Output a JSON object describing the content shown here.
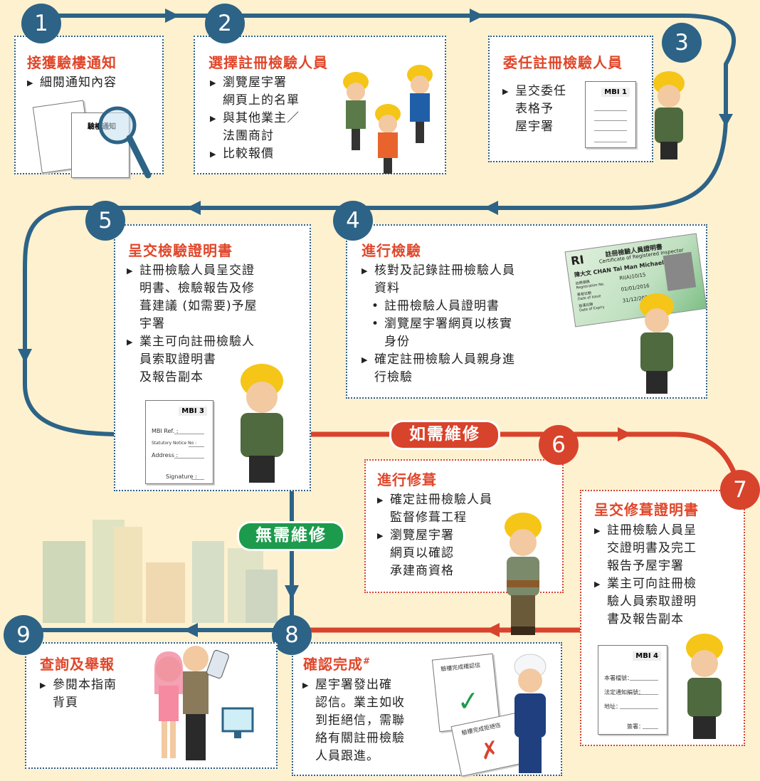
{
  "colors": {
    "blue": "#2d6386",
    "red": "#d8432c",
    "green": "#1c9b4c",
    "title": "#e0462a",
    "bg": "#fdf1cf"
  },
  "tags": {
    "need_repair": "如需維修",
    "no_repair": "無需維修"
  },
  "steps": [
    {
      "num": "1",
      "title": "接獲驗樓通知",
      "bullets": [
        "細閱通知內容"
      ],
      "notice_label": "驗樓通知"
    },
    {
      "num": "2",
      "title": "選擇註冊檢驗人員",
      "bullets": [
        "瀏覽屋宇署\n網頁上的名單",
        "與其他業主／\n法團商討",
        "比較報價"
      ]
    },
    {
      "num": "3",
      "title": "委任註冊檢驗人員",
      "bullets": [
        "呈交委任\n表格予\n屋宇署"
      ],
      "form": "MBI 1"
    },
    {
      "num": "4",
      "title": "進行檢驗",
      "bullets": [
        "核對及記錄註冊檢驗人員\n資料"
      ],
      "dots": [
        "註冊檢驗人員證明書",
        "瀏覽屋宇署網頁以核實\n身份"
      ],
      "bullets2": [
        "確定註冊檢驗人員親身進\n行檢驗"
      ],
      "card": {
        "ri": "RI",
        "title_zh": "註冊檢驗人員證明書",
        "title_en": "Certificate of Registered Inspector",
        "name": "陳大文 CHAN Tai Man Michael",
        "reg_label": "註冊號碼\nRegistration No.",
        "reg": "RI(A)10/15",
        "issue_label": "簽發日期\nDate of Issue",
        "issue": "01/01/2016",
        "expiry_label": "屆滿日期\nDate of Expiry",
        "expiry": "31/12/2020"
      }
    },
    {
      "num": "5",
      "title": "呈交檢驗證明書",
      "bullets": [
        "註冊檢驗人員呈交證\n明書、檢驗報告及修\n葺建議 (如需要)予屋\n宇署",
        "業主可向註冊檢驗人\n員索取證明書\n及報告副本"
      ],
      "form": "MBI 3",
      "form_fields": [
        "MBI Ref. :",
        "Statutory Notice No :",
        "Address :",
        "Signature :"
      ]
    },
    {
      "num": "6",
      "title": "進行修葺",
      "bullets": [
        "確定註冊檢驗人員\n監督修葺工程",
        "瀏覽屋宇署\n網頁以確認\n承建商資格"
      ]
    },
    {
      "num": "7",
      "title": "呈交修葺證明書",
      "bullets": [
        "註冊檢驗人員呈\n交證明書及完工\n報告予屋宇署",
        "業主可向註冊檢\n驗人員索取證明\n書及報告副本"
      ],
      "form": "MBI 4",
      "form_fields": [
        "本署檔號：",
        "法定通知編號：",
        "地址：",
        "簽署："
      ]
    },
    {
      "num": "8",
      "title": "確認完成",
      "title_mark": "#",
      "bullets": [
        "屋宇署發出確\n認信。業主如收\n到拒絕信，需聯\n絡有關註冊檢驗\n人員跟進。"
      ],
      "letter_ok": "驗樓完成確認信",
      "letter_no": "驗樓完成拒絕信"
    },
    {
      "num": "9",
      "title": "查詢及舉報",
      "bullets": [
        "參閱本指南\n背頁"
      ]
    }
  ]
}
